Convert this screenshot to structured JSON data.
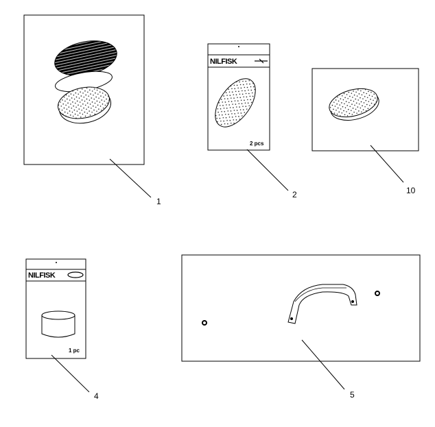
{
  "parts": [
    {
      "number": "1"
    },
    {
      "number": "2",
      "package_brand": "NILFISK",
      "quantity": "2 pcs"
    },
    {
      "number": "10"
    },
    {
      "number": "4",
      "package_brand": "NILFISK",
      "quantity": "1 pc"
    },
    {
      "number": "5"
    }
  ]
}
